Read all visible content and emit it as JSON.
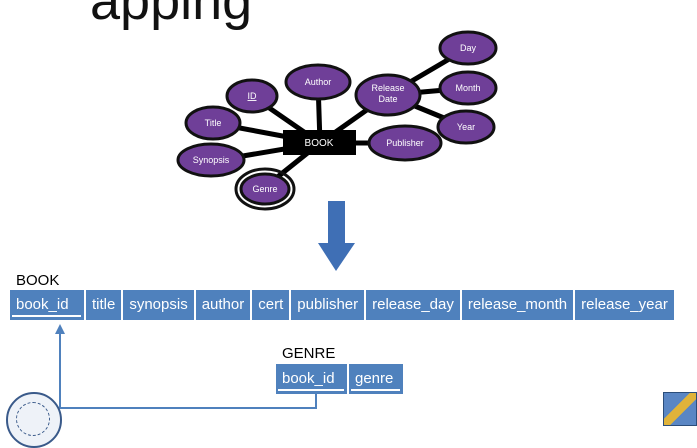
{
  "slide": {
    "title": "apping"
  },
  "er_diagram": {
    "entity": "BOOK",
    "attributes": {
      "id": "ID",
      "author": "Author",
      "release_date_line1": "Release",
      "release_date_line2": "Date",
      "day": "Day",
      "month": "Month",
      "year": "Year",
      "title": "Title",
      "synopsis": "Synopsis",
      "genre": "Genre",
      "publisher": "Publisher"
    }
  },
  "tables": {
    "book": {
      "label": "BOOK",
      "columns": [
        "book_id",
        "title",
        "synopsis",
        "author",
        "cert",
        "publisher",
        "release_day",
        "release_month",
        "release_year"
      ]
    },
    "genre": {
      "label": "GENRE",
      "columns": [
        "book_id",
        "genre"
      ]
    }
  },
  "colors": {
    "attribute_fill": "#6f3f98",
    "table_cell": "#4f81bd",
    "arrow": "#3f6fb5",
    "foreign_key_line": "#4f81bd"
  },
  "icons": [
    "university-seal-icon",
    "crest-icon",
    "down-arrow-icon"
  ]
}
